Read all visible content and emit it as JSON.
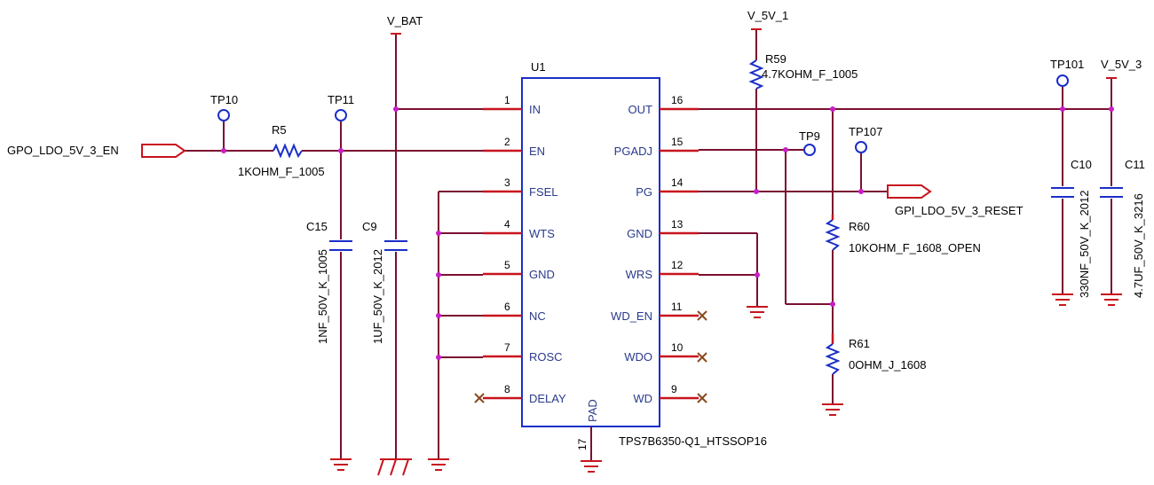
{
  "ic": {
    "ref": "U1",
    "part": "TPS7B6350-Q1_HTSSOP16",
    "left_pins": [
      {
        "num": "1",
        "name": "IN"
      },
      {
        "num": "2",
        "name": "EN"
      },
      {
        "num": "3",
        "name": "FSEL"
      },
      {
        "num": "4",
        "name": "WTS"
      },
      {
        "num": "5",
        "name": "GND"
      },
      {
        "num": "6",
        "name": "NC"
      },
      {
        "num": "7",
        "name": "ROSC"
      },
      {
        "num": "8",
        "name": "DELAY"
      }
    ],
    "right_pins": [
      {
        "num": "16",
        "name": "OUT"
      },
      {
        "num": "15",
        "name": "PGADJ"
      },
      {
        "num": "14",
        "name": "PG"
      },
      {
        "num": "13",
        "name": "GND"
      },
      {
        "num": "12",
        "name": "WRS"
      },
      {
        "num": "11",
        "name": "WD_EN"
      },
      {
        "num": "10",
        "name": "WDO"
      },
      {
        "num": "9",
        "name": "WD"
      }
    ],
    "pad": {
      "num": "17",
      "name": "PAD"
    }
  },
  "power": {
    "vbat": "V_BAT",
    "v5v1": "V_5V_1",
    "v5v3": "V_5V_3"
  },
  "ports": {
    "enable": "GPO_LDO_5V_3_EN",
    "reset": "GPI_LDO_5V_3_RESET"
  },
  "testpoints": {
    "tp10": "TP10",
    "tp11": "TP11",
    "tp9": "TP9",
    "tp107": "TP107",
    "tp101": "TP101"
  },
  "resistors": {
    "r5": {
      "ref": "R5",
      "value": "1KOHM_F_1005"
    },
    "r59": {
      "ref": "R59",
      "value": "4.7KOHM_F_1005"
    },
    "r60": {
      "ref": "R60",
      "value": "10KOHM_F_1608_OPEN"
    },
    "r61": {
      "ref": "R61",
      "value": "0OHM_J_1608"
    }
  },
  "capacitors": {
    "c15": {
      "ref": "C15",
      "value": "1NF_50V_K_1005"
    },
    "c9": {
      "ref": "C9",
      "value": "1UF_50V_K_2012"
    },
    "c10": {
      "ref": "C10",
      "value": "330NF_50V_K_2012"
    },
    "c11": {
      "ref": "C11",
      "value": "4.7UF_50V_K_3216"
    }
  }
}
